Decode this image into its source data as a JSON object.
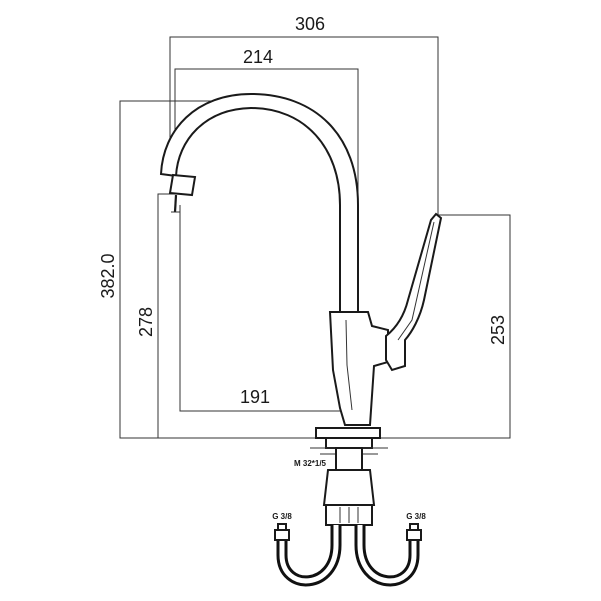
{
  "dimensions": {
    "total_reach": "306",
    "spout_reach": "214",
    "total_height": "382.0",
    "spout_height": "278",
    "base_to_spout": "191",
    "lever_height": "253"
  },
  "labels": {
    "thread": "M 32*1/5",
    "hose_left": "G 3/8",
    "hose_right": "G 3/8"
  }
}
